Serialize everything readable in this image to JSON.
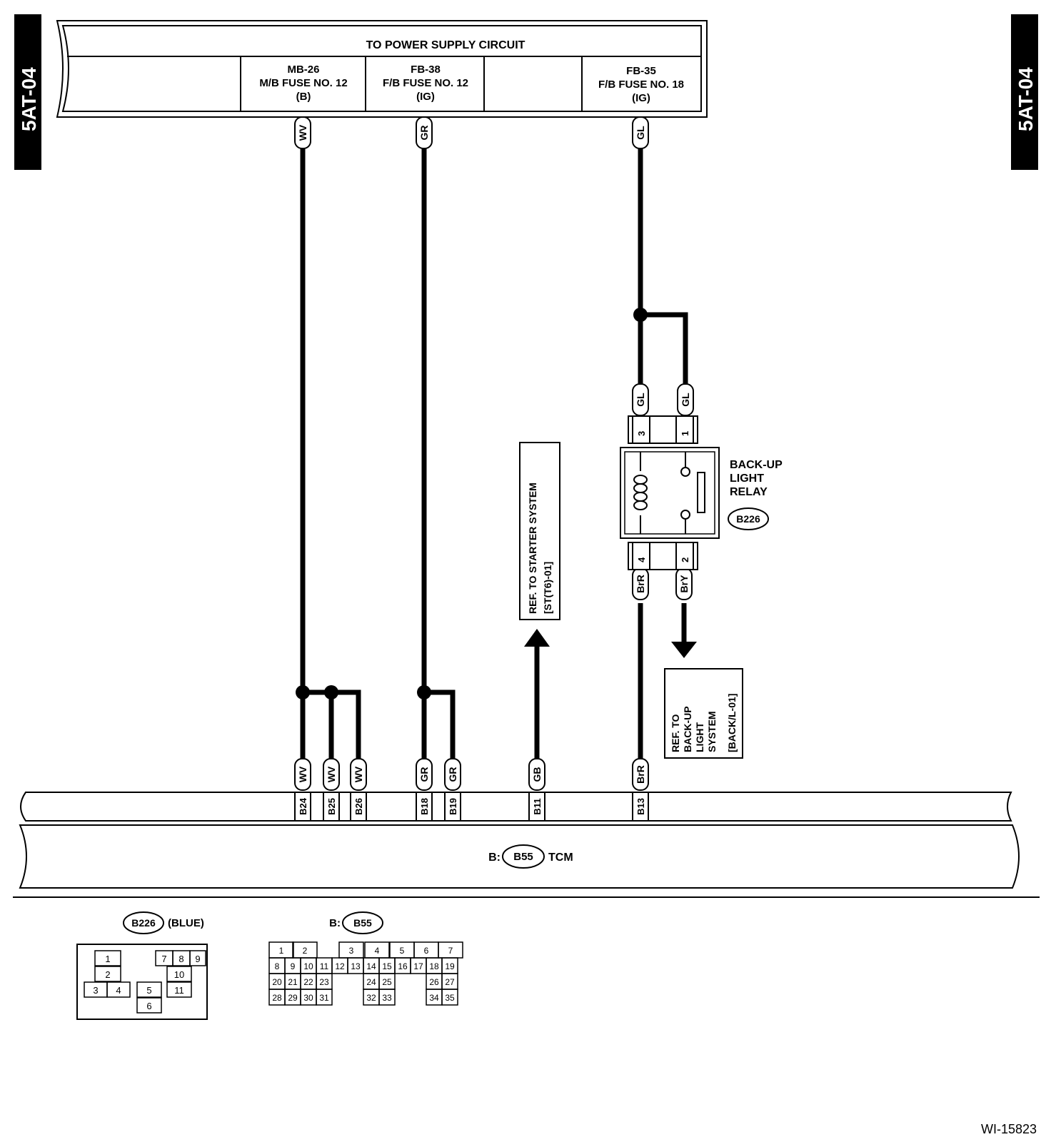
{
  "side_tab_left": "5AT-04",
  "side_tab_right": "5AT-04",
  "power": {
    "title": "TO POWER SUPPLY CIRCUIT",
    "cols": [
      {
        "l1": "MB-26",
        "l2": "M/B FUSE NO. 12",
        "l3": "(B)"
      },
      {
        "l1": "FB-38",
        "l2": "F/B FUSE NO. 12",
        "l3": "(IG)"
      },
      {
        "l1": "FB-35",
        "l2": "F/B FUSE NO. 18",
        "l3": "(IG)"
      }
    ]
  },
  "wires": {
    "wv": "WV",
    "gr": "GR",
    "gl": "GL",
    "gb": "GB",
    "brr": "BrR",
    "bry": "BrY"
  },
  "relay": {
    "name_l1": "BACK-UP",
    "name_l2": "LIGHT",
    "name_l3": "RELAY",
    "connector": "B226",
    "pins": [
      "3",
      "1",
      "4",
      "2"
    ]
  },
  "ref_starter": {
    "l1": "REF. TO STARTER SYSTEM",
    "l2": "[ST(T6)-01]"
  },
  "ref_backup": {
    "l1": "REF. TO",
    "l2": "BACK-UP",
    "l3": "LIGHT",
    "l4": "SYSTEM",
    "l5": "[BACK/L-01]"
  },
  "tcm": {
    "pins": [
      "B24",
      "B25",
      "B26",
      "B18",
      "B19",
      "B11",
      "B13"
    ],
    "prefix": "B:",
    "connector": "B55",
    "name": "TCM"
  },
  "legend": {
    "b226_id": "B226",
    "b226_color": "(BLUE)",
    "b226_pins": [
      "1",
      "2",
      "3",
      "4",
      "5",
      "6",
      "7",
      "8",
      "9",
      "10",
      "11"
    ],
    "b55_prefix": "B:",
    "b55_id": "B55",
    "b55_rows": [
      [
        "1",
        "2",
        "",
        "3",
        "4",
        "5",
        "6",
        "7"
      ],
      [
        "8",
        "9",
        "10",
        "11",
        "12",
        "13",
        "14",
        "15",
        "16",
        "17",
        "18",
        "19"
      ],
      [
        "20",
        "21",
        "22",
        "23",
        "",
        "",
        "24",
        "25",
        "",
        "",
        "26",
        "27"
      ],
      [
        "28",
        "29",
        "30",
        "31",
        "",
        "",
        "32",
        "33",
        "",
        "",
        "34",
        "35"
      ]
    ]
  },
  "footer_code": "WI-15823"
}
